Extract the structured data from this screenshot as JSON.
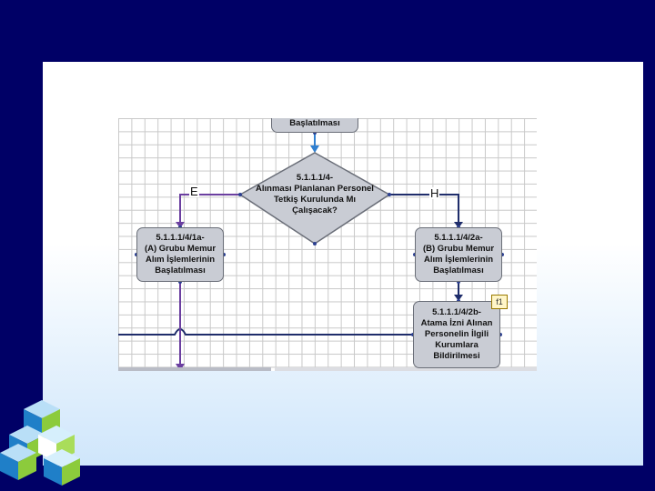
{
  "diagram": {
    "top_box_tail": "Başlatılması",
    "decision": [
      "5.1.1.1/4-",
      "Alınması Planlanan Personel",
      "Tetkiş Kurulunda Mı",
      "Çalışacak?"
    ],
    "branch_left": "E",
    "branch_right": "H",
    "box_left": [
      "5.1.1.1/4/1a-",
      "(A) Grubu Memur",
      "Alım İşlemlerinin",
      "Başlatılması"
    ],
    "box_right_1": [
      "5.1.1.1/4/2a-",
      "(B) Grubu Memur",
      "Alım İşlemlerinin",
      "Başlatılması"
    ],
    "box_right_2": [
      "5.1.1.1/4/2b-",
      "Atama İzni Alınan",
      "Personelin İlgili",
      "Kurumlara",
      "Bildirilmesi"
    ],
    "ref_tag": "f1"
  },
  "colors": {
    "background": "#000066",
    "navy_line": "#1f2d6b",
    "purple_line": "#6b3fa0",
    "blue_arrow": "#2f7fd0",
    "box_fill": "#c9ccd4"
  }
}
